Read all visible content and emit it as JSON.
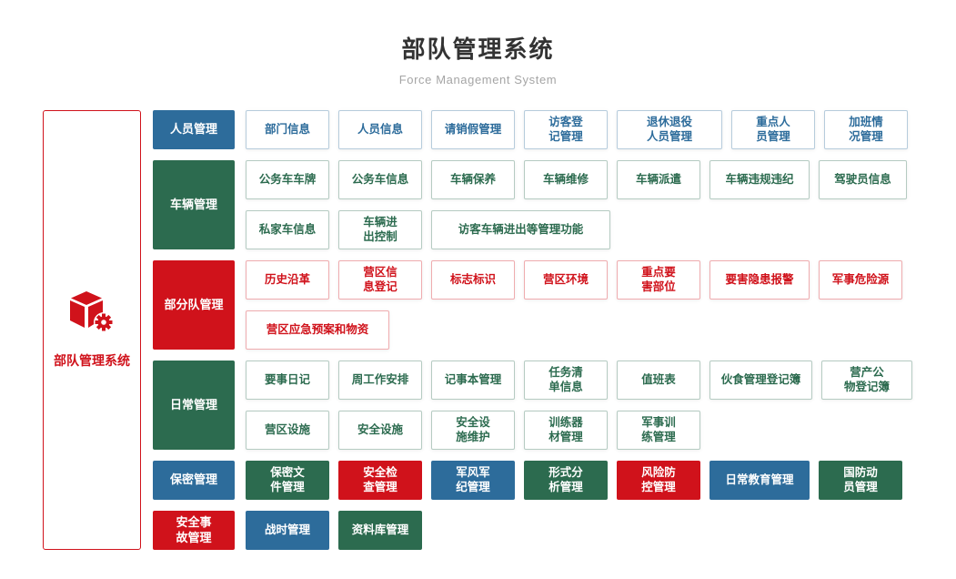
{
  "header": {
    "title": "部队管理系统",
    "subtitle": "Force Management System"
  },
  "root": {
    "label": "部队管理系统",
    "icon": "cube-gear-icon"
  },
  "colors": {
    "blue": "#2d6c9b",
    "green": "#2c6b4f",
    "red": "#d0121b"
  },
  "groups": [
    {
      "name": "personnel",
      "label": "人员管理",
      "color": "blue",
      "item_style": "outline",
      "rows": [
        [
          {
            "label": "部门信息"
          },
          {
            "label": "人员信息"
          },
          {
            "label": "请销假管理"
          },
          {
            "label": "访客登记管理"
          },
          {
            "label": "退休退役人员管理",
            "w": 116
          },
          {
            "label": "重点人员管理"
          },
          {
            "label": "加班情况管理"
          }
        ]
      ]
    },
    {
      "name": "vehicle",
      "label": "车辆管理",
      "color": "green",
      "item_style": "outline",
      "rows": [
        [
          {
            "label": "公务车车牌"
          },
          {
            "label": "公务车信息"
          },
          {
            "label": "车辆保养"
          },
          {
            "label": "车辆维修"
          },
          {
            "label": "车辆派遣"
          },
          {
            "label": "车辆违规违纪",
            "w": 110
          },
          {
            "label": "驾驶员信息",
            "w": 97
          }
        ],
        [
          {
            "label": "私家车信息"
          },
          {
            "label": "车辆进出控制"
          },
          {
            "label": "访客车辆进出等管理功能",
            "w": 197
          }
        ]
      ]
    },
    {
      "name": "sub-unit",
      "label": "部分队管理",
      "color": "red",
      "item_style": "outline",
      "rows": [
        [
          {
            "label": "历史沿革"
          },
          {
            "label": "营区信息登记"
          },
          {
            "label": "标志标识"
          },
          {
            "label": "营区环境"
          },
          {
            "label": "重点要害部位"
          },
          {
            "label": "要害隐患报警",
            "w": 110
          },
          {
            "label": "军事危险源"
          }
        ],
        [
          {
            "label": "营区应急预案和物资",
            "w": 158
          }
        ]
      ]
    },
    {
      "name": "daily",
      "label": "日常管理",
      "color": "green",
      "item_style": "outline",
      "rows": [
        [
          {
            "label": "要事日记"
          },
          {
            "label": "周工作安排"
          },
          {
            "label": "记事本管理"
          },
          {
            "label": "任务清单信息"
          },
          {
            "label": "值班表"
          },
          {
            "label": "伙食管理登记簿",
            "w": 113
          },
          {
            "label": "营产公物登记簿",
            "w": 100
          }
        ],
        [
          {
            "label": "营区设施"
          },
          {
            "label": "安全设施"
          },
          {
            "label": "安全设施维护"
          },
          {
            "label": "训练器材管理"
          },
          {
            "label": "军事训练管理"
          }
        ]
      ]
    },
    {
      "name": "secrecy",
      "label": "保密管理",
      "color": "blue",
      "item_style": "filled",
      "rows": [
        [
          {
            "label": "保密文件管理",
            "color": "green"
          },
          {
            "label": "安全检查管理",
            "color": "red"
          },
          {
            "label": "军风军纪管理",
            "color": "blue"
          },
          {
            "label": "形式分析管理",
            "color": "green"
          },
          {
            "label": "风险防控管理",
            "color": "red"
          },
          {
            "label": "日常教育管理",
            "color": "blue",
            "w": 110
          },
          {
            "label": "国防动员管理",
            "color": "green"
          }
        ]
      ]
    },
    {
      "name": "safety-incident",
      "label": "安全事故管理",
      "color": "red",
      "item_style": "filled",
      "rows": [
        [
          {
            "label": "战时管理",
            "color": "blue"
          },
          {
            "label": "资料库管理",
            "color": "green"
          }
        ]
      ]
    }
  ]
}
